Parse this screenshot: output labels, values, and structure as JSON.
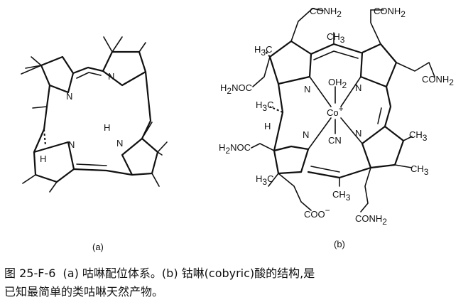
{
  "figure": {
    "panel_a": {
      "label": "(a)",
      "atoms": {
        "n1": "N",
        "n2": "N",
        "n3": "N",
        "n4": "N",
        "h_nh": "H",
        "h_c": "H"
      }
    },
    "panel_b": {
      "label": "(b)",
      "groups": {
        "conh2_top_left": "CONH",
        "conh2_top_right": "CONH",
        "conh2_right": "CONH",
        "conh2_bottom": "CONH",
        "h2noc_left": "H",
        "h2noc_left_tail": "NOC",
        "h2noc_lower": "H",
        "h2noc_lower_tail": "NOC",
        "sub2": "2",
        "ch3": "CH",
        "ch3_sub": "3",
        "h3c": "H",
        "h3c_tail": "C",
        "coo": "COO",
        "coo_charge": "−",
        "oh2": "OH",
        "co": "Co",
        "co_charge": "+",
        "cn": "CN",
        "n": "N",
        "h": "H"
      }
    }
  },
  "caption": {
    "line1": "图 25-F-6  (a) 咕啉配位体系。(b) 钴啉(cobyric)酸的结构,是",
    "line2": "已知最简单的类咕啉天然产物。"
  }
}
